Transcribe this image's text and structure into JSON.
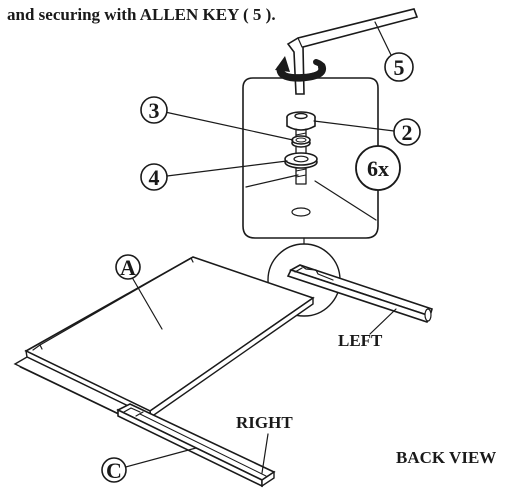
{
  "instruction_text": "and securing with ALLEN KEY ( 5 ).",
  "callouts": {
    "allen_key": "5",
    "bolt": "2",
    "spring_washer": "3",
    "flat_washer": "4",
    "quantity": "6x",
    "panel": "A",
    "rail": "C"
  },
  "labels": {
    "left": "LEFT",
    "right": "RIGHT",
    "view": "BACK VIEW"
  },
  "colors": {
    "ink": "#1a1a1a",
    "background": "#ffffff",
    "shade": "#d9d9d9"
  }
}
